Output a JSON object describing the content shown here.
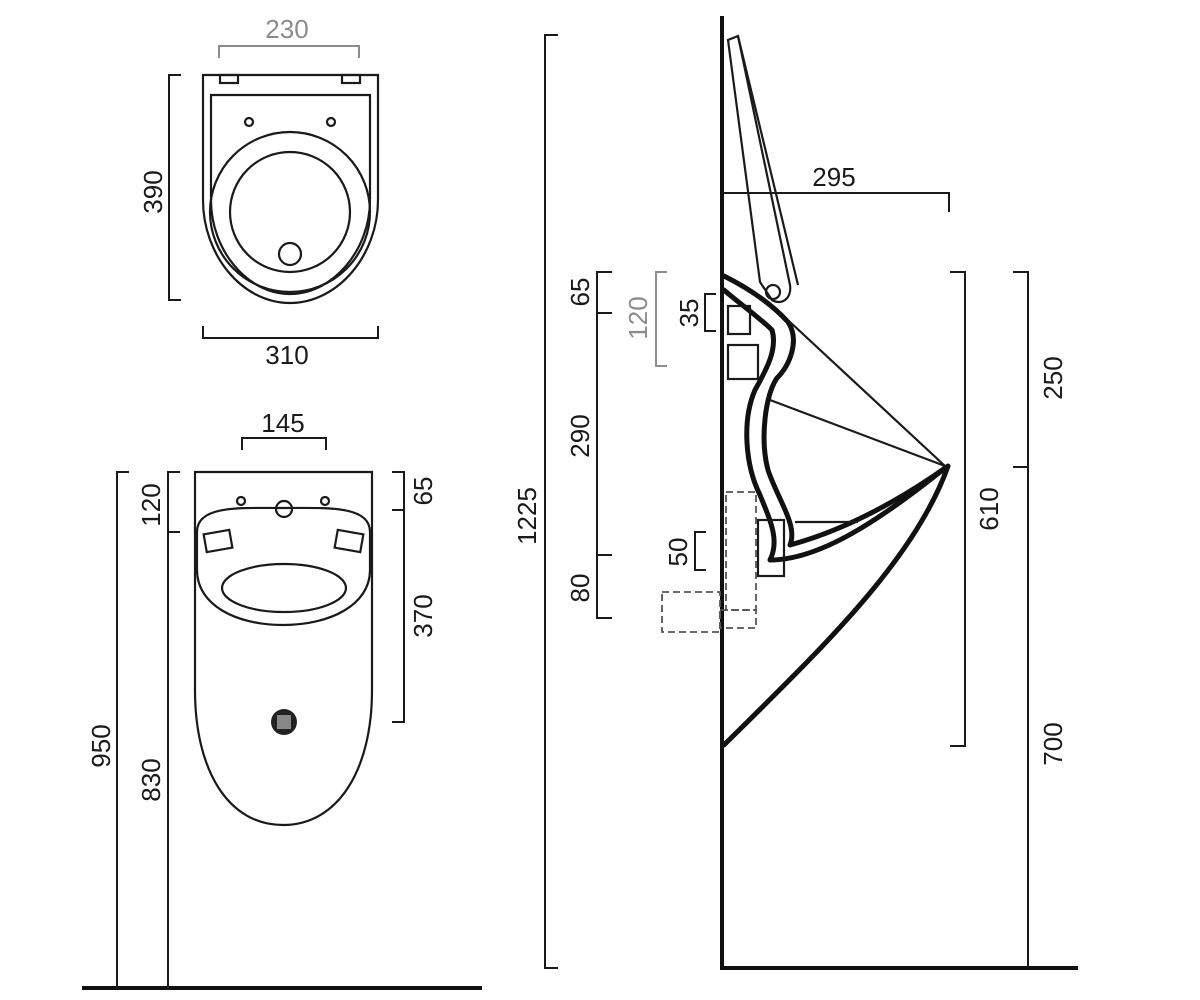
{
  "top_view": {
    "width_top": "230",
    "width_bottom": "310",
    "depth": "390"
  },
  "front_view": {
    "width": "145",
    "total_height": "950",
    "body_height": "830",
    "top_offset": "120",
    "right_top": "65",
    "right_body": "370"
  },
  "side_view": {
    "overall": "1225",
    "projection": "295",
    "left_top": "65",
    "left_grey": "120",
    "left_middle": "290",
    "left_bottom": "80",
    "inlet": "35",
    "outlet": "50",
    "right_body": "610",
    "right_upper": "250",
    "right_floor": "700"
  },
  "colors": {
    "ink": "#1a1a1a",
    "grey_dimension": "#8c8c8c"
  }
}
